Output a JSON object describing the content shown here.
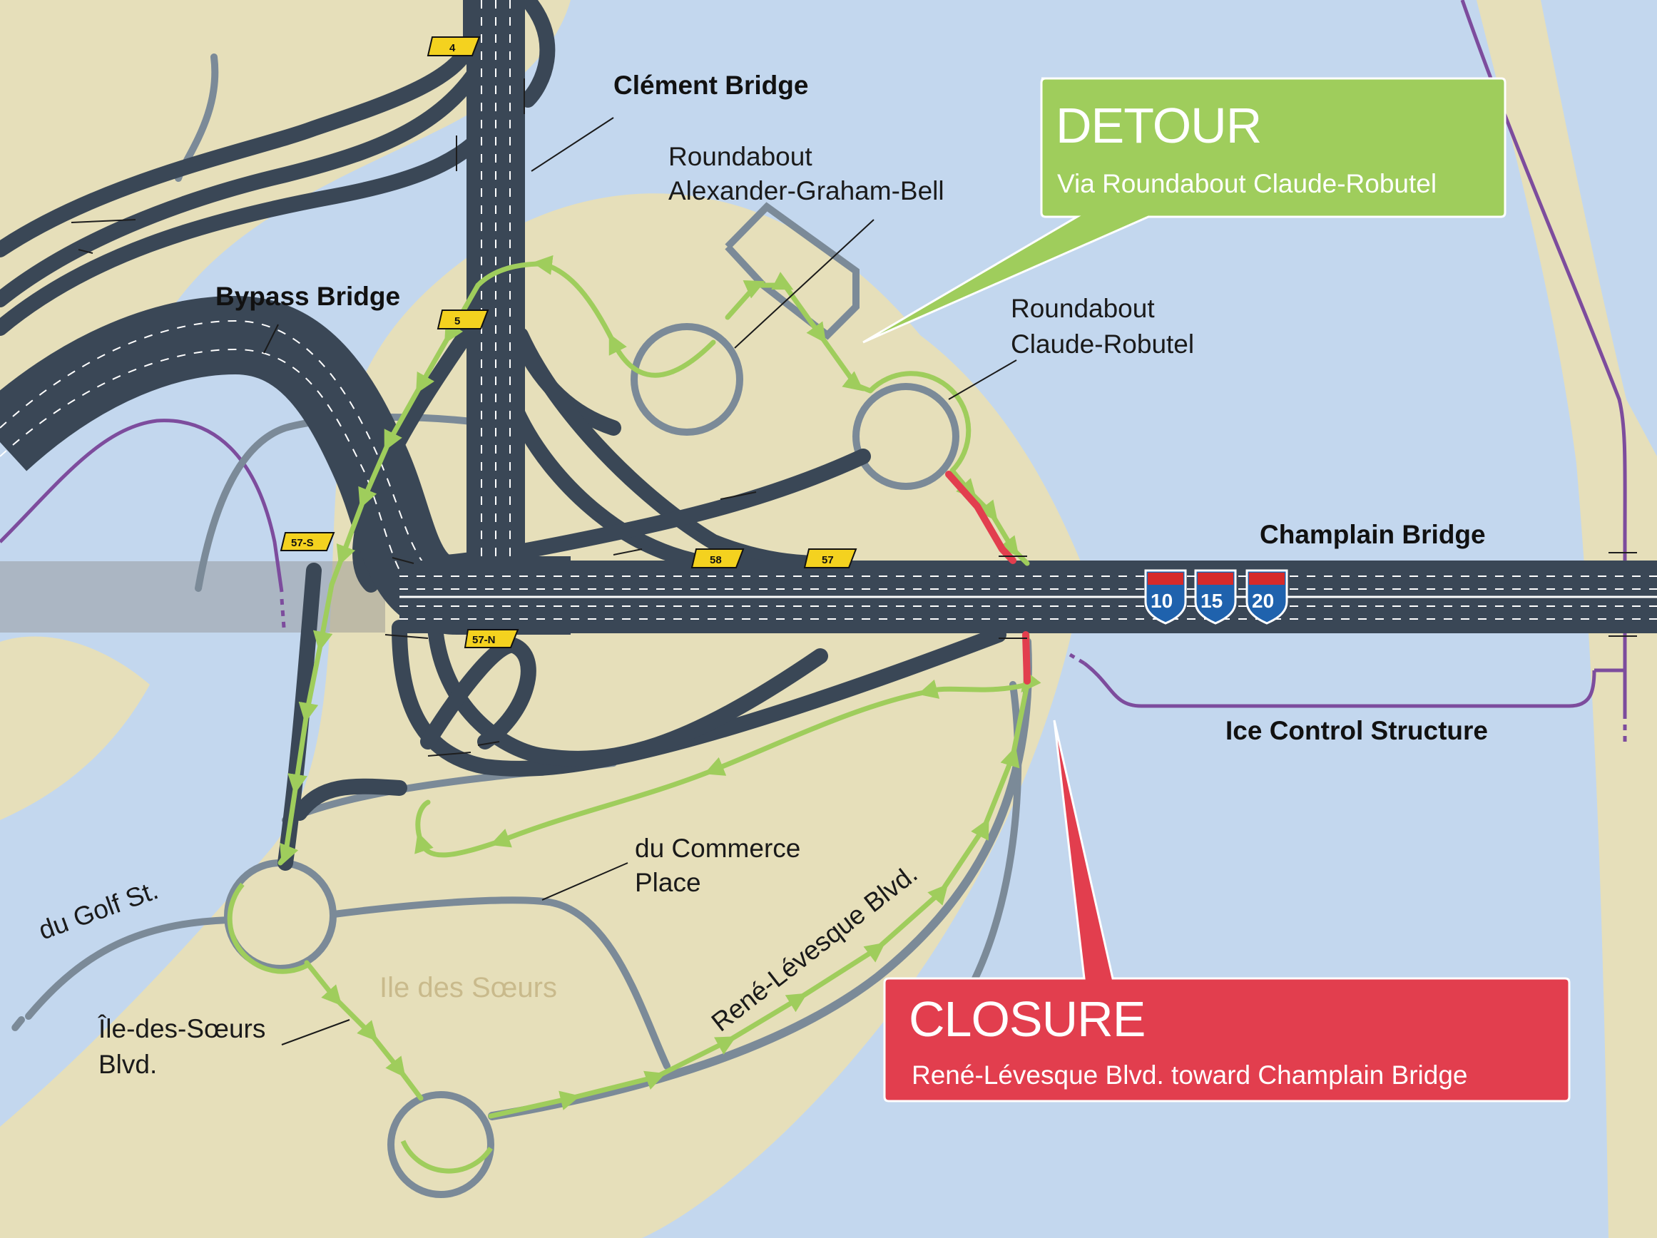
{
  "colors": {
    "water": "#c3d7ee",
    "land": "#e6dfba",
    "road": "#3a4756",
    "local_road": "#7b8a98",
    "detour": "#9fcd5c",
    "closure": "#e23e4e",
    "ice_structure": "#7d4c9d",
    "route_badge": "#f4d21f",
    "shield_blue": "#1f62ad",
    "shield_red": "#d62a2a"
  },
  "labels": {
    "clement_bridge": "Clément Bridge",
    "bypass_bridge": "Bypass Bridge",
    "champlain_bridge": "Champlain Bridge",
    "ice_control": "Ice Control Structure",
    "roundabout_agb_1": "Roundabout",
    "roundabout_agb_2": "Alexander-Graham-Bell",
    "roundabout_cr_1": "Roundabout",
    "roundabout_cr_2": "Claude-Robutel",
    "du_commerce_1": "du Commerce",
    "du_commerce_2": "Place",
    "du_golf": "du Golf St.",
    "ile_blvd_1": "Île-des-Sœurs",
    "ile_blvd_2": "Blvd.",
    "island": "Ile des Sœurs",
    "rene_levesque": "René-Lévesque Blvd."
  },
  "routes": {
    "r4": "4",
    "r5": "5",
    "r57s": "57-S",
    "r57n": "57-N",
    "r58": "58",
    "r57": "57"
  },
  "shields": [
    "10",
    "15",
    "20"
  ],
  "detour": {
    "title": "DETOUR",
    "subtitle": "Via Roundabout Claude-Robutel"
  },
  "closure": {
    "title": "CLOSURE",
    "subtitle": "René-Lévesque Blvd. toward Champlain Bridge"
  }
}
